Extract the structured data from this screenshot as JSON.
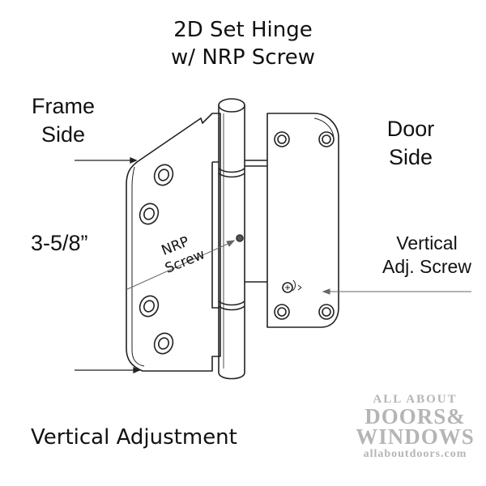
{
  "title": {
    "line1": "2D Set Hinge",
    "line2": "w/ NRP Screw"
  },
  "labels": {
    "frame_side": "Frame Side",
    "door_side": "Door Side",
    "dimension": "3-5/8”",
    "nrp_screw_line1": "NRP",
    "nrp_screw_line2": "Screw",
    "vertical_adj_line1": "Vertical",
    "vertical_adj_line2": "Adj. Screw"
  },
  "caption": "Vertical Adjustment",
  "watermark": {
    "line1": "ALL ABOUT",
    "line2": "DOORS&",
    "line3": "WINDOWS",
    "line4": "allaboutdoors.com",
    "color": "#b5b5b5"
  },
  "colors": {
    "line": "#222222",
    "leader": "#555555",
    "background": "#ffffff"
  }
}
